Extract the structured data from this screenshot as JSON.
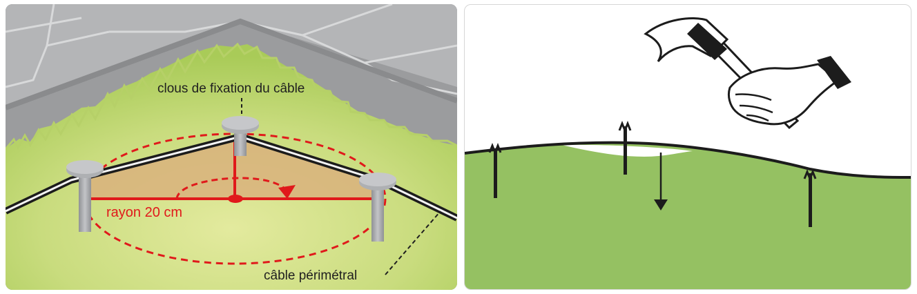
{
  "labels": {
    "fixing_nails": "clous de fixation du câble",
    "radius": "rayon 20 cm",
    "perimeter_cable": "câble périmétral"
  },
  "colors": {
    "grass_light": "#cfe08c",
    "grass_dark": "#9dc451",
    "paving": "#9b9c9e",
    "paving_light": "#b8b9bb",
    "radius_red": "#e0191b",
    "cable": "#1c1c1c",
    "ground_green": "#95c162",
    "peg_grey": "#a9abae"
  },
  "icons": {
    "hammer": "hammer-icon",
    "hand": "hand-icon",
    "peg": "cable-peg-icon",
    "arrow": "arrow-down-icon"
  }
}
